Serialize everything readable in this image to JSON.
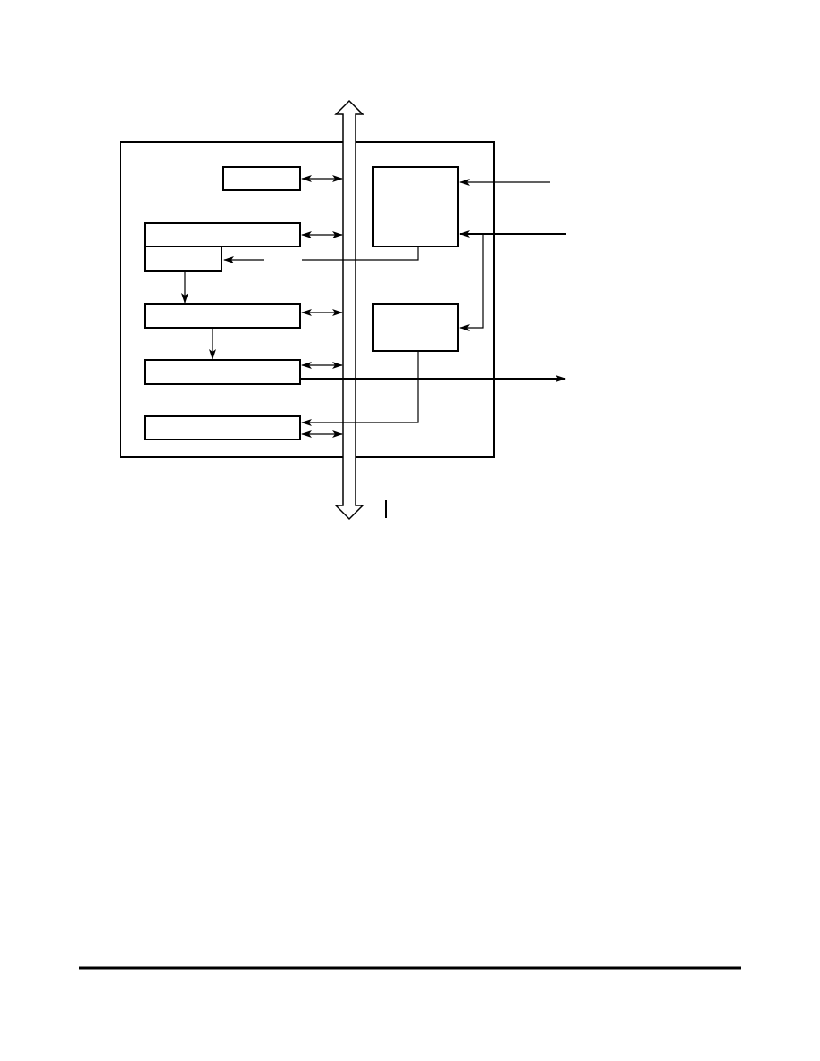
{
  "colors": {
    "line": "#000000",
    "background": "#ffffff"
  },
  "diagram": {
    "type": "block-diagram",
    "blocks": [
      {
        "id": "block-a",
        "label": ""
      },
      {
        "id": "block-b",
        "label": ""
      },
      {
        "id": "block-b-sub",
        "label": ""
      },
      {
        "id": "block-c",
        "label": ""
      },
      {
        "id": "block-d",
        "label": ""
      },
      {
        "id": "block-e",
        "label": ""
      },
      {
        "id": "block-f",
        "label": ""
      },
      {
        "id": "block-g",
        "label": ""
      }
    ],
    "bus": {
      "label": "",
      "direction": "bidirectional-vertical"
    },
    "external_signals": [
      {
        "id": "input-1",
        "label": ""
      },
      {
        "id": "input-2",
        "label": ""
      },
      {
        "id": "output-1",
        "label": ""
      }
    ]
  }
}
